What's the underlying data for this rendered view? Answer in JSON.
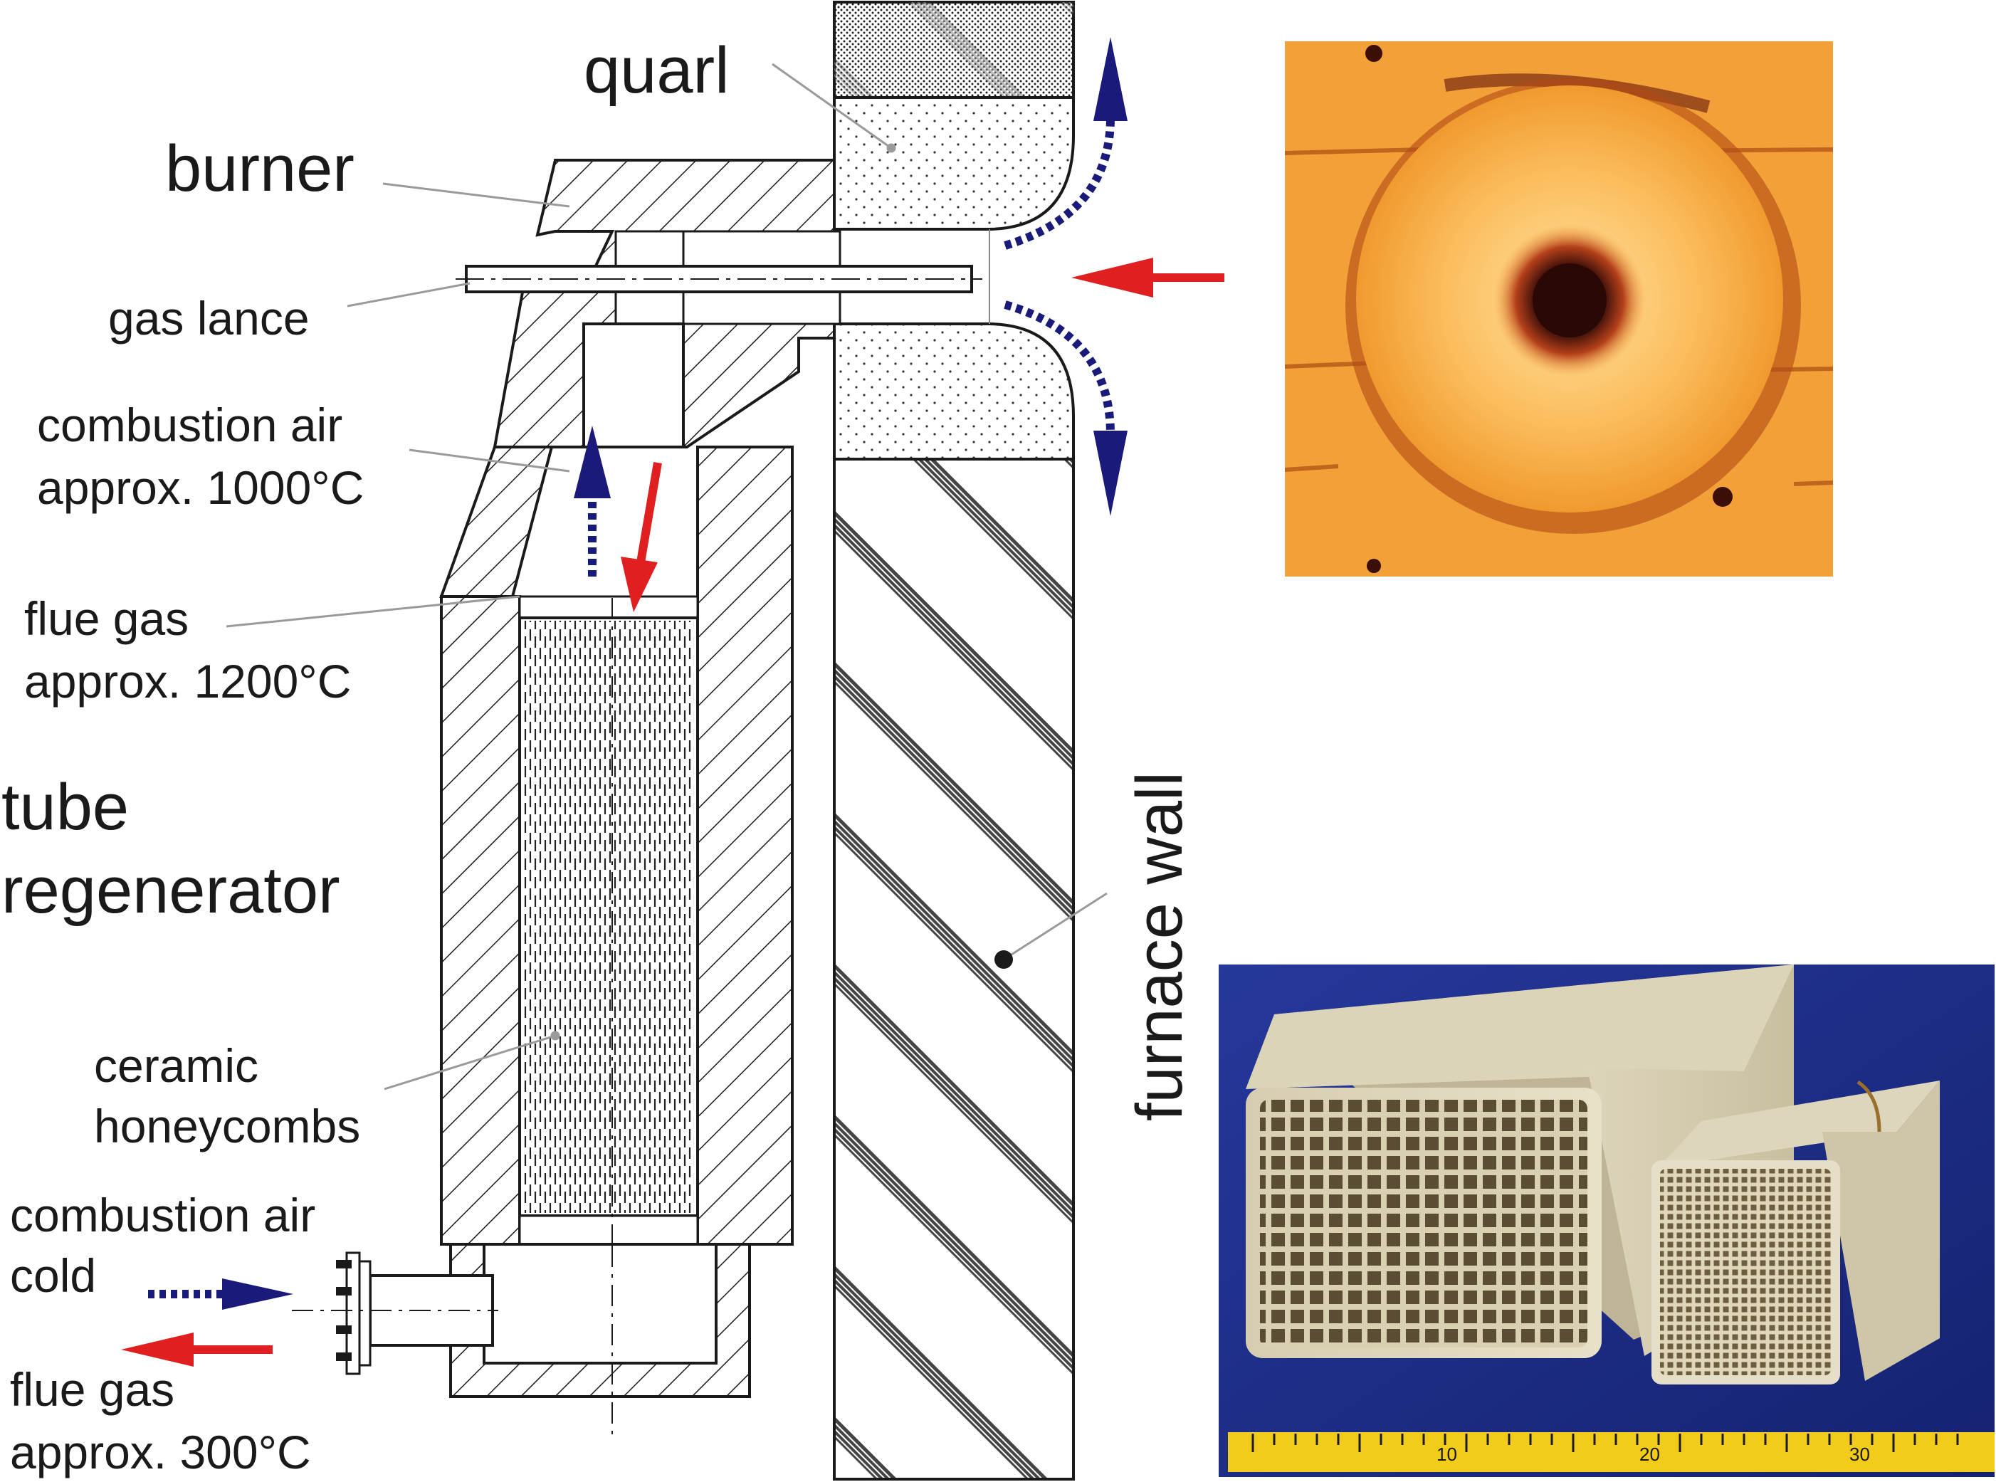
{
  "labels": {
    "quarl": "quarl",
    "burner": "burner",
    "gas_lance": "gas lance",
    "combustion_air_hot_1": "combustion air",
    "combustion_air_hot_2": "approx. 1000°C",
    "flue_gas_hot_1": "flue gas",
    "flue_gas_hot_2": "approx. 1200°C",
    "tube_regenerator_1": "tube",
    "tube_regenerator_2": "regenerator",
    "ceramic_1": "ceramic",
    "ceramic_2": "honeycombs",
    "combustion_air_cold_1": "combustion air",
    "combustion_air_cold_2": "cold",
    "flue_gas_cold_1": "flue gas",
    "flue_gas_cold_2": "approx. 300°C",
    "furnace_wall": "furnace wall"
  },
  "ruler": {
    "marks": [
      "10",
      "20",
      "30"
    ]
  },
  "colors": {
    "air_arrow": "#1a1a7a",
    "flue_arrow": "#e02020",
    "line": "#1a1a1a",
    "leader": "#9a9a9a",
    "flame_orange": "#f5a038",
    "flame_hot": "#ffd98a",
    "photo_blue": "#1d2e86",
    "ceramic": "#e4dcc3",
    "ruler_yellow": "#f2cc1a"
  }
}
